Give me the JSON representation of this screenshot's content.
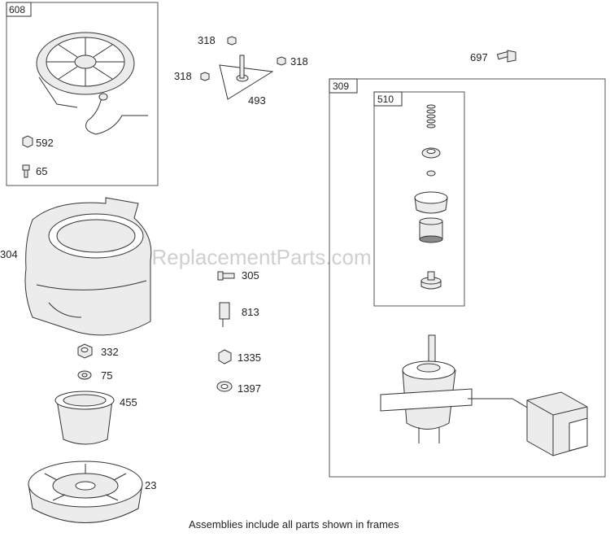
{
  "watermark": "eReplacementParts.com",
  "footer_note": "Assemblies include all parts shown in frames",
  "frames": {
    "f608": "608",
    "f309": "309",
    "f510": "510"
  },
  "parts": {
    "p592": "592",
    "p65": "65",
    "p318a": "318",
    "p318b": "318",
    "p318c": "318",
    "p493": "493",
    "p697": "697",
    "p304": "304",
    "p305": "305",
    "p813": "813",
    "p1335": "1335",
    "p1397": "1397",
    "p332": "332",
    "p75": "75",
    "p455": "455",
    "p23": "23"
  }
}
